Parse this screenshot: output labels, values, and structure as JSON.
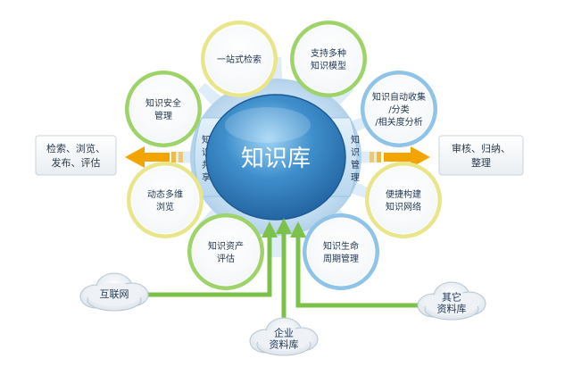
{
  "center": {
    "label": "知识库"
  },
  "left_tab": {
    "label": "知识共享"
  },
  "right_tab": {
    "label": "知识管理"
  },
  "left_box": {
    "lines": [
      "检索、浏览、",
      "发布、评估"
    ]
  },
  "right_box": {
    "lines": [
      "审核、归纳、",
      "整理"
    ]
  },
  "nodes": [
    {
      "id": "one-stop-search",
      "lines": [
        "一站式检索"
      ],
      "tone": "yellow"
    },
    {
      "id": "multi-model",
      "lines": [
        "支持多种",
        "知识模型"
      ],
      "tone": "green"
    },
    {
      "id": "auto-collect",
      "lines": [
        "知识自动收集",
        "/分类",
        "/相关度分析"
      ],
      "tone": "blue"
    },
    {
      "id": "knowledge-network",
      "lines": [
        "便捷构建",
        "知识网络"
      ],
      "tone": "yellow"
    },
    {
      "id": "lifecycle",
      "lines": [
        "知识生命",
        "周期管理"
      ],
      "tone": "blue"
    },
    {
      "id": "asset-eval",
      "lines": [
        "知识资产",
        "评估"
      ],
      "tone": "green"
    },
    {
      "id": "multi-dim-browse",
      "lines": [
        "动态多维",
        "浏览"
      ],
      "tone": "yellow"
    },
    {
      "id": "security",
      "lines": [
        "知识安全",
        "管理"
      ],
      "tone": "green"
    }
  ],
  "sources": [
    {
      "id": "internet",
      "lines": [
        "互联网"
      ]
    },
    {
      "id": "enterprise",
      "lines": [
        "企业",
        "资料库"
      ]
    },
    {
      "id": "other",
      "lines": [
        "其它",
        "资料库"
      ]
    }
  ],
  "colors": {
    "center": "#2f7fbf",
    "arrow_orange": "#f2a400",
    "arrow_green": "#7cc24a",
    "ring_yellow": "#e9e58a",
    "ring_green": "#9ed36a",
    "ring_blue": "#8fc3e8"
  }
}
